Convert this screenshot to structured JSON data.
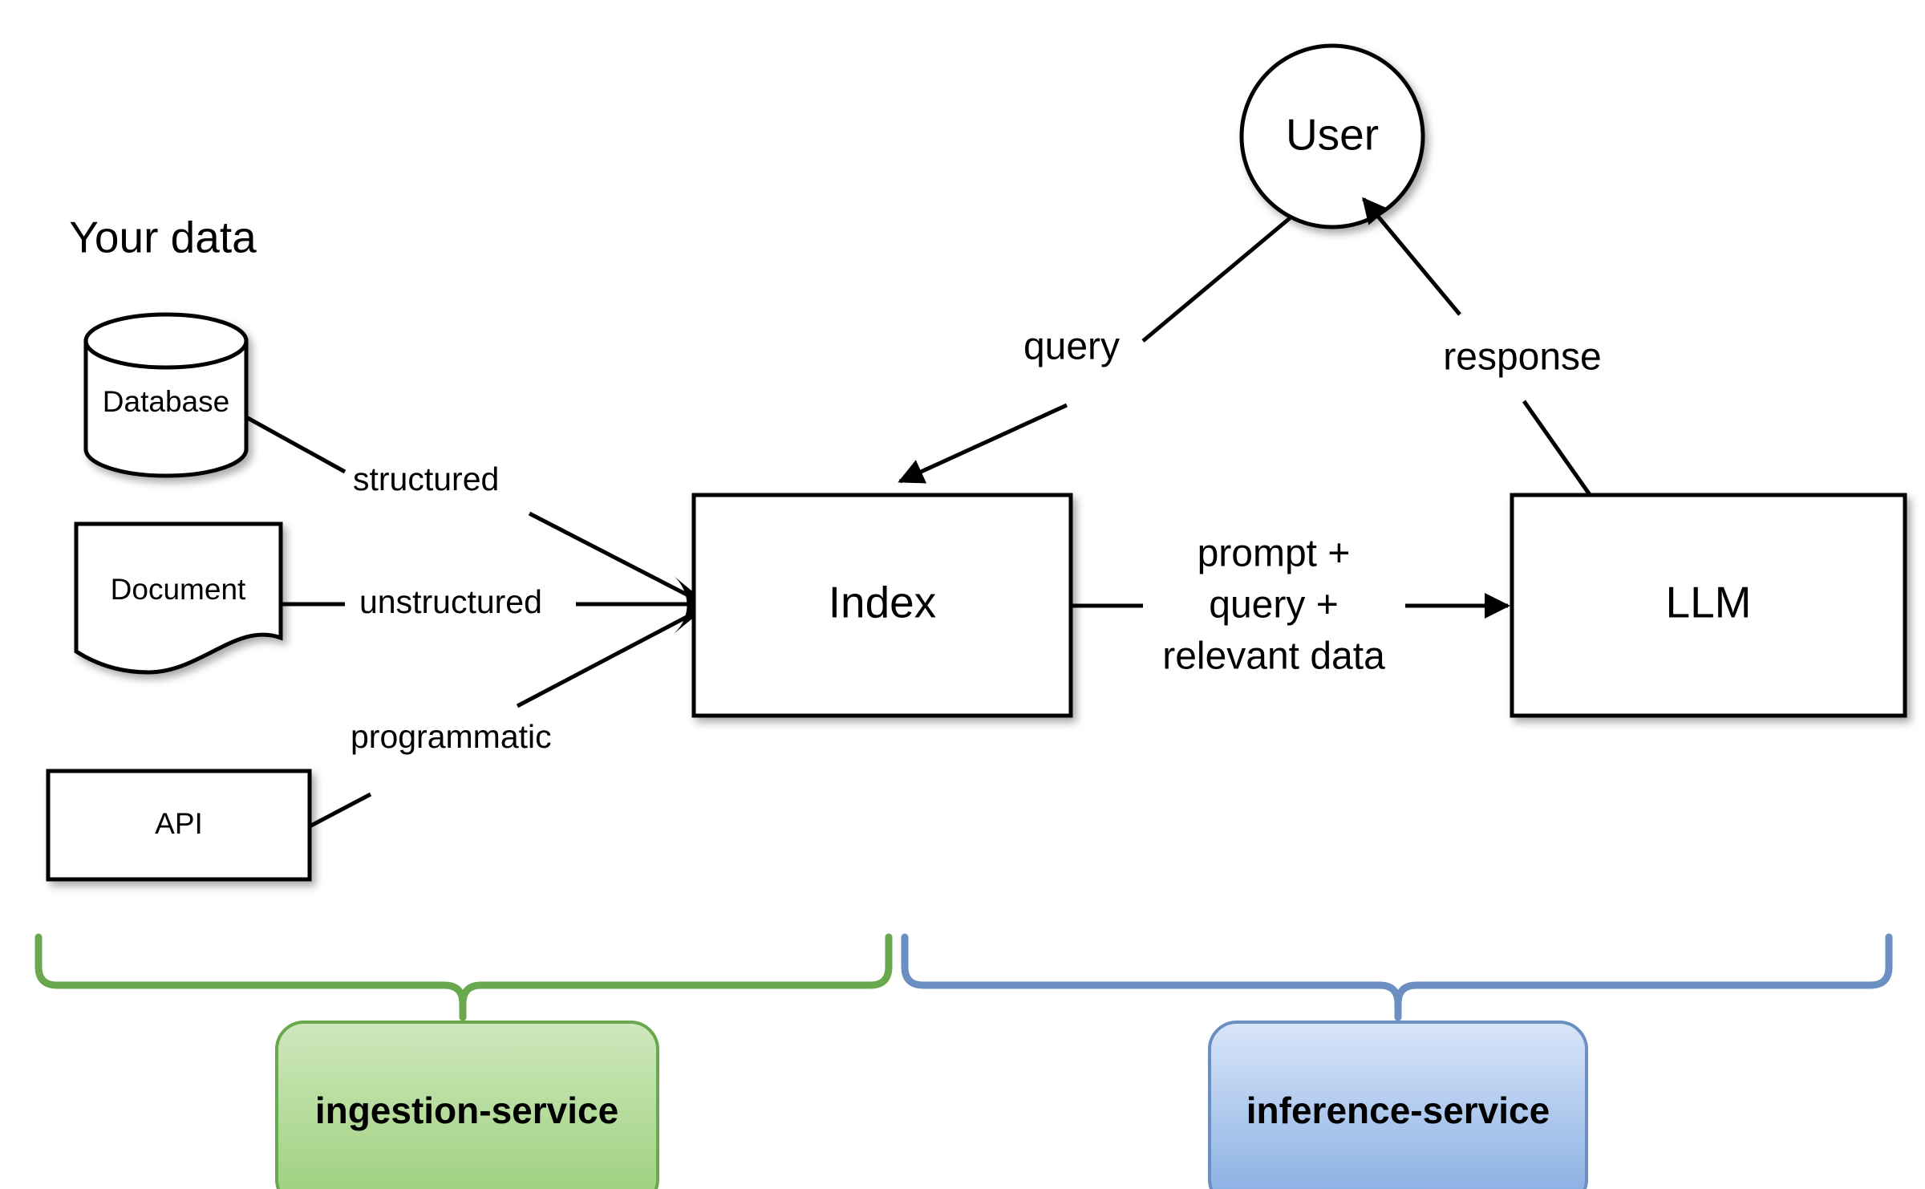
{
  "diagram": {
    "title_label": "Your data",
    "sources": [
      {
        "id": "database",
        "label": "Database",
        "shape": "cylinder"
      },
      {
        "id": "document",
        "label": "Document",
        "shape": "document"
      },
      {
        "id": "api",
        "label": "API",
        "shape": "rectangle"
      }
    ],
    "source_edge_labels": [
      {
        "id": "structured",
        "label": "structured"
      },
      {
        "id": "unstructured",
        "label": "unstructured"
      },
      {
        "id": "programmatic",
        "label": "programmatic"
      }
    ],
    "nodes": [
      {
        "id": "user",
        "label": "User",
        "shape": "circle"
      },
      {
        "id": "index",
        "label": "Index",
        "shape": "rectangle"
      },
      {
        "id": "llm",
        "label": "LLM",
        "shape": "rectangle"
      }
    ],
    "edge_labels": [
      {
        "id": "query",
        "label": "query"
      },
      {
        "id": "response",
        "label": "response"
      },
      {
        "id": "prompt-payload",
        "lines": [
          "prompt +",
          "query +",
          "relevant data"
        ]
      }
    ],
    "services": [
      {
        "id": "ingestion",
        "label": "ingestion-service",
        "accent": "#6aa84f",
        "fill_top": "#cbe6b8",
        "fill_bottom": "#9ed07e"
      },
      {
        "id": "inference",
        "label": "inference-service",
        "accent": "#6a8fc0",
        "fill_top": "#d5e3f8",
        "fill_bottom": "#87afe2"
      }
    ],
    "colors": {
      "background": "#ffffff",
      "stroke": "#000000",
      "green_accent": "#6aa84f",
      "blue_accent": "#6a8fc0"
    }
  }
}
